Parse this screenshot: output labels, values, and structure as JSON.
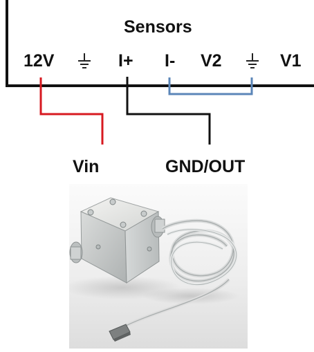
{
  "panel": {
    "title": "Sensors",
    "terminals": [
      "12V",
      "I+",
      "I-",
      "V2",
      "V1"
    ],
    "ground_icon": "ground-icon"
  },
  "connections": {
    "vin_label": "Vin",
    "gnd_out_label": "GND/OUT",
    "colors": {
      "vin_wire": "#d71920",
      "gnd_out_wire": "#111111",
      "jumper_wire": "#5b86b8"
    }
  },
  "device": {
    "icon": "sensor-box-with-cable-icon"
  }
}
